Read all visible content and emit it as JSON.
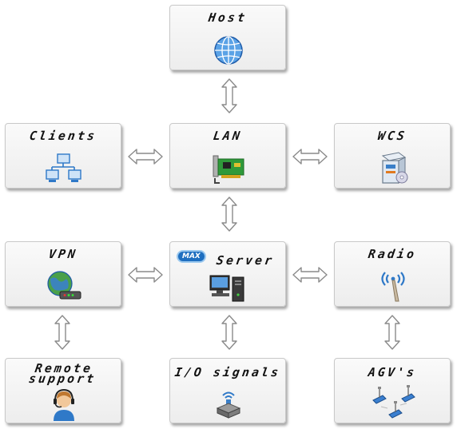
{
  "nodes": {
    "host": "Host",
    "clients": "Clients",
    "lan": "LAN",
    "wcs": "WCS",
    "vpn": "VPN",
    "server": "Server",
    "server_brand": "MAX",
    "radio": "Radio",
    "remote_line1": "Remote",
    "remote_line2": "support",
    "io": "I/O signals",
    "agvs": "AGV's"
  },
  "icons": {
    "host": "globe-icon",
    "clients": "network-computers-icon",
    "lan": "network-card-icon",
    "wcs": "software-box-icon",
    "vpn": "globe-modem-icon",
    "server": "desktop-computer-icon",
    "radio": "antenna-icon",
    "remote": "headset-operator-icon",
    "io": "signal-beacon-icon",
    "agvs": "agv-vehicles-icon"
  },
  "colors": {
    "box_border": "#c9c9c9",
    "arrow_stroke": "#8a8a8a",
    "arrow_fill": "#ffffff",
    "accent_blue": "#2f79c8"
  }
}
